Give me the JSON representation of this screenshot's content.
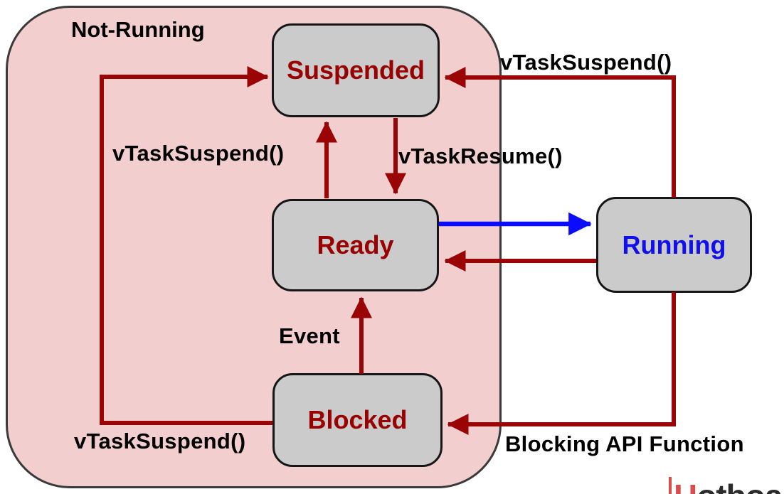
{
  "group": {
    "title": "Not-Running"
  },
  "states": {
    "suspended": "Suspended",
    "ready": "Ready",
    "blocked": "Blocked",
    "running": "Running"
  },
  "transitions": {
    "suspend_from_running": "vTaskSuspend()",
    "suspend_from_ready": "vTaskSuspend()",
    "suspend_from_blocked": "vTaskSuspend()",
    "resume": "vTaskResume()",
    "event": "Event",
    "blocking_api": "Blocking API Function"
  },
  "logo": {
    "prefix": "H",
    "rest": "otboards"
  },
  "colors": {
    "group_fill": "#f2cece",
    "group_border": "#3a3a3a",
    "state_fill": "#cbcbcb",
    "state_border": "#161616",
    "state_text_red": "#990000",
    "state_text_blue": "#1010ee",
    "arrow_red": "#9b0404",
    "arrow_blue": "#0b0bff",
    "label_text": "#000000",
    "logo_red": "#db4d4d",
    "logo_dark": "#2b2b2b"
  }
}
